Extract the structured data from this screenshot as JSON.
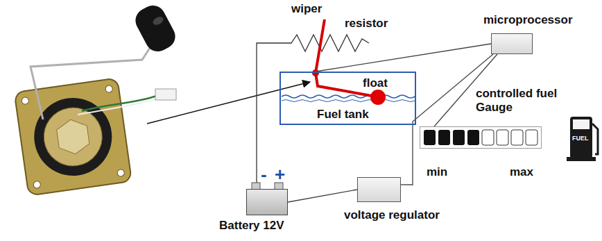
{
  "diagram": {
    "nodes": [
      {
        "text": [
          "microprocessor"
        ]
      },
      {
        "text": [
          "float",
          "Fuel tank"
        ]
      },
      {
        "text": [
          "controlled fuel Gauge"
        ]
      },
      {
        "text": [
          "voltage regulator"
        ]
      },
      {
        "text": [
          "Battery 12V"
        ]
      }
    ],
    "edges": [
      {
        "from": 1,
        "to": 0,
        "arrow": "none"
      },
      {
        "from": 0,
        "to": 2,
        "arrow": "none"
      },
      {
        "from": 3,
        "to": 0,
        "arrow": "none"
      },
      {
        "from": 4,
        "to": 3,
        "arrow": "none"
      }
    ],
    "labels": [
      "wiper",
      "resistor",
      "-",
      "+",
      "min",
      "max",
      "FUEL"
    ]
  }
}
